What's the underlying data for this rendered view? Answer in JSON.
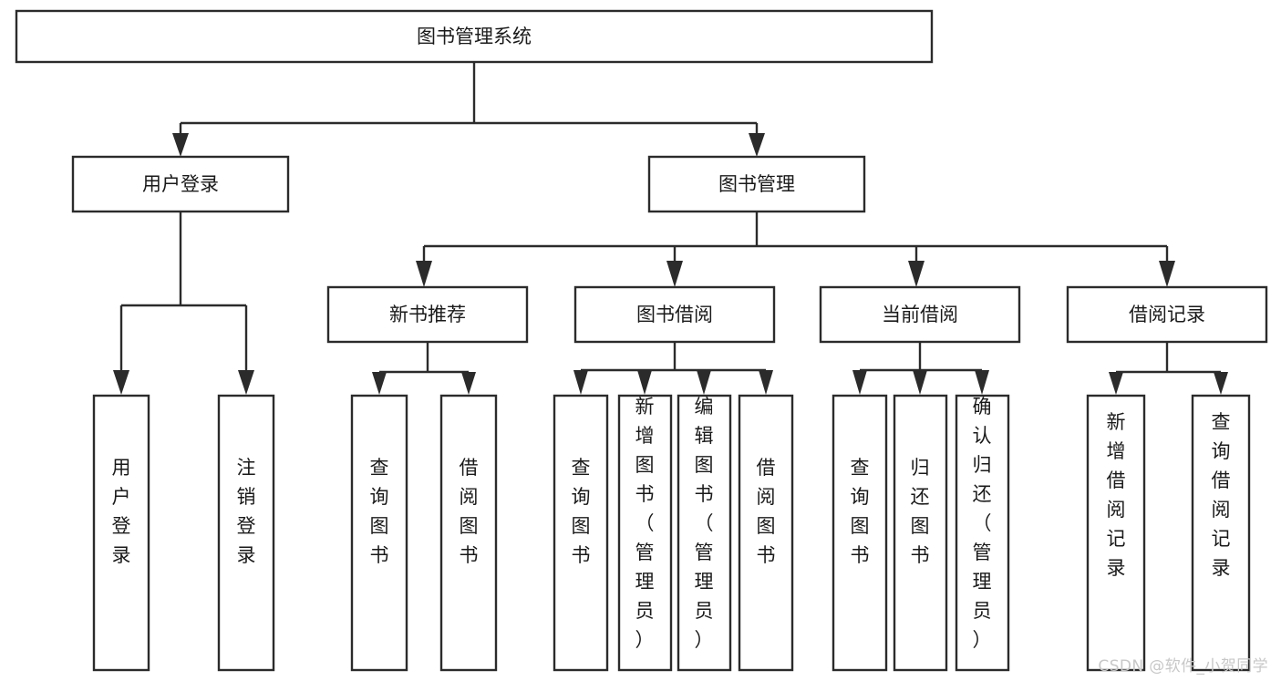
{
  "diagram": {
    "type": "tree-hierarchy",
    "title": "图书管理系统",
    "watermark": "CSDN @软件_小贺同学",
    "colors": {
      "box_fill": "#ffffff",
      "box_stroke": "#2b2b2b",
      "text": "#1a1a1a",
      "watermark": "#c8c8c8",
      "background": "#ffffff"
    },
    "nodes": {
      "root": {
        "label": "图书管理系统"
      },
      "level1": [
        {
          "id": "user-login",
          "label": "用户登录"
        },
        {
          "id": "book-management",
          "label": "图书管理"
        }
      ],
      "level2": [
        {
          "id": "new-book-recommend",
          "label": "新书推荐"
        },
        {
          "id": "book-borrow",
          "label": "图书借阅"
        },
        {
          "id": "current-borrow",
          "label": "当前借阅"
        },
        {
          "id": "borrow-record",
          "label": "借阅记录"
        }
      ],
      "leaves": {
        "user-login": [
          {
            "id": "leaf-user-login",
            "label": "用户登录"
          },
          {
            "id": "leaf-user-logout",
            "label": "注销登录"
          }
        ],
        "new-book-recommend": [
          {
            "id": "leaf-query-book-1",
            "label": "查询图书"
          },
          {
            "id": "leaf-borrow-book-1",
            "label": "借阅图书"
          }
        ],
        "book-borrow": [
          {
            "id": "leaf-query-book-2",
            "label": "查询图书"
          },
          {
            "id": "leaf-add-book",
            "label": "新增图书（管理员）"
          },
          {
            "id": "leaf-edit-book",
            "label": "编辑图书（管理员）"
          },
          {
            "id": "leaf-borrow-book-2",
            "label": "借阅图书"
          }
        ],
        "current-borrow": [
          {
            "id": "leaf-query-book-3",
            "label": "查询图书"
          },
          {
            "id": "leaf-return-book",
            "label": "归还图书"
          },
          {
            "id": "leaf-confirm-return",
            "label": "确认归还（管理员）"
          }
        ],
        "borrow-record": [
          {
            "id": "leaf-add-record",
            "label": "新增借阅记录"
          },
          {
            "id": "leaf-query-record",
            "label": "查询借阅记录"
          }
        ]
      }
    }
  }
}
